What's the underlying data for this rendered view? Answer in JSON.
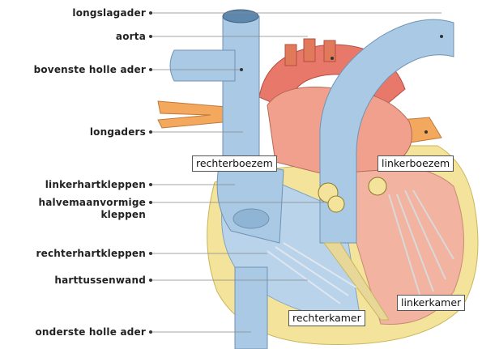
{
  "labels": {
    "longslagader": "longslagader",
    "aorta": "aorta",
    "bovenste_holle_ader": "bovenste holle ader",
    "longaders": "longaders",
    "linkerhartkleppen": "linkerhartkleppen",
    "halvemaanvormige_kleppen_line1": "halvemaanvormige",
    "halvemaanvormige_kleppen_line2": "kleppen",
    "rechterhartkleppen": "rechterhartkleppen",
    "harttussenwand": "harttussenwand",
    "onderste_holle_ader": "onderste holle ader"
  },
  "boxes": {
    "rechterboezem": "rechterboezem",
    "linkerboezem": "linkerboezem",
    "linkerkamer": "linkerkamer",
    "rechterkamer": "rechterkamer"
  },
  "colors": {
    "vein_blue": "#a9c9e4",
    "artery_red": "#e8786a",
    "heart_pink": "#f2b3a0",
    "wall_yellow": "#f4e39a",
    "vessel_orange": "#f3a85e"
  }
}
